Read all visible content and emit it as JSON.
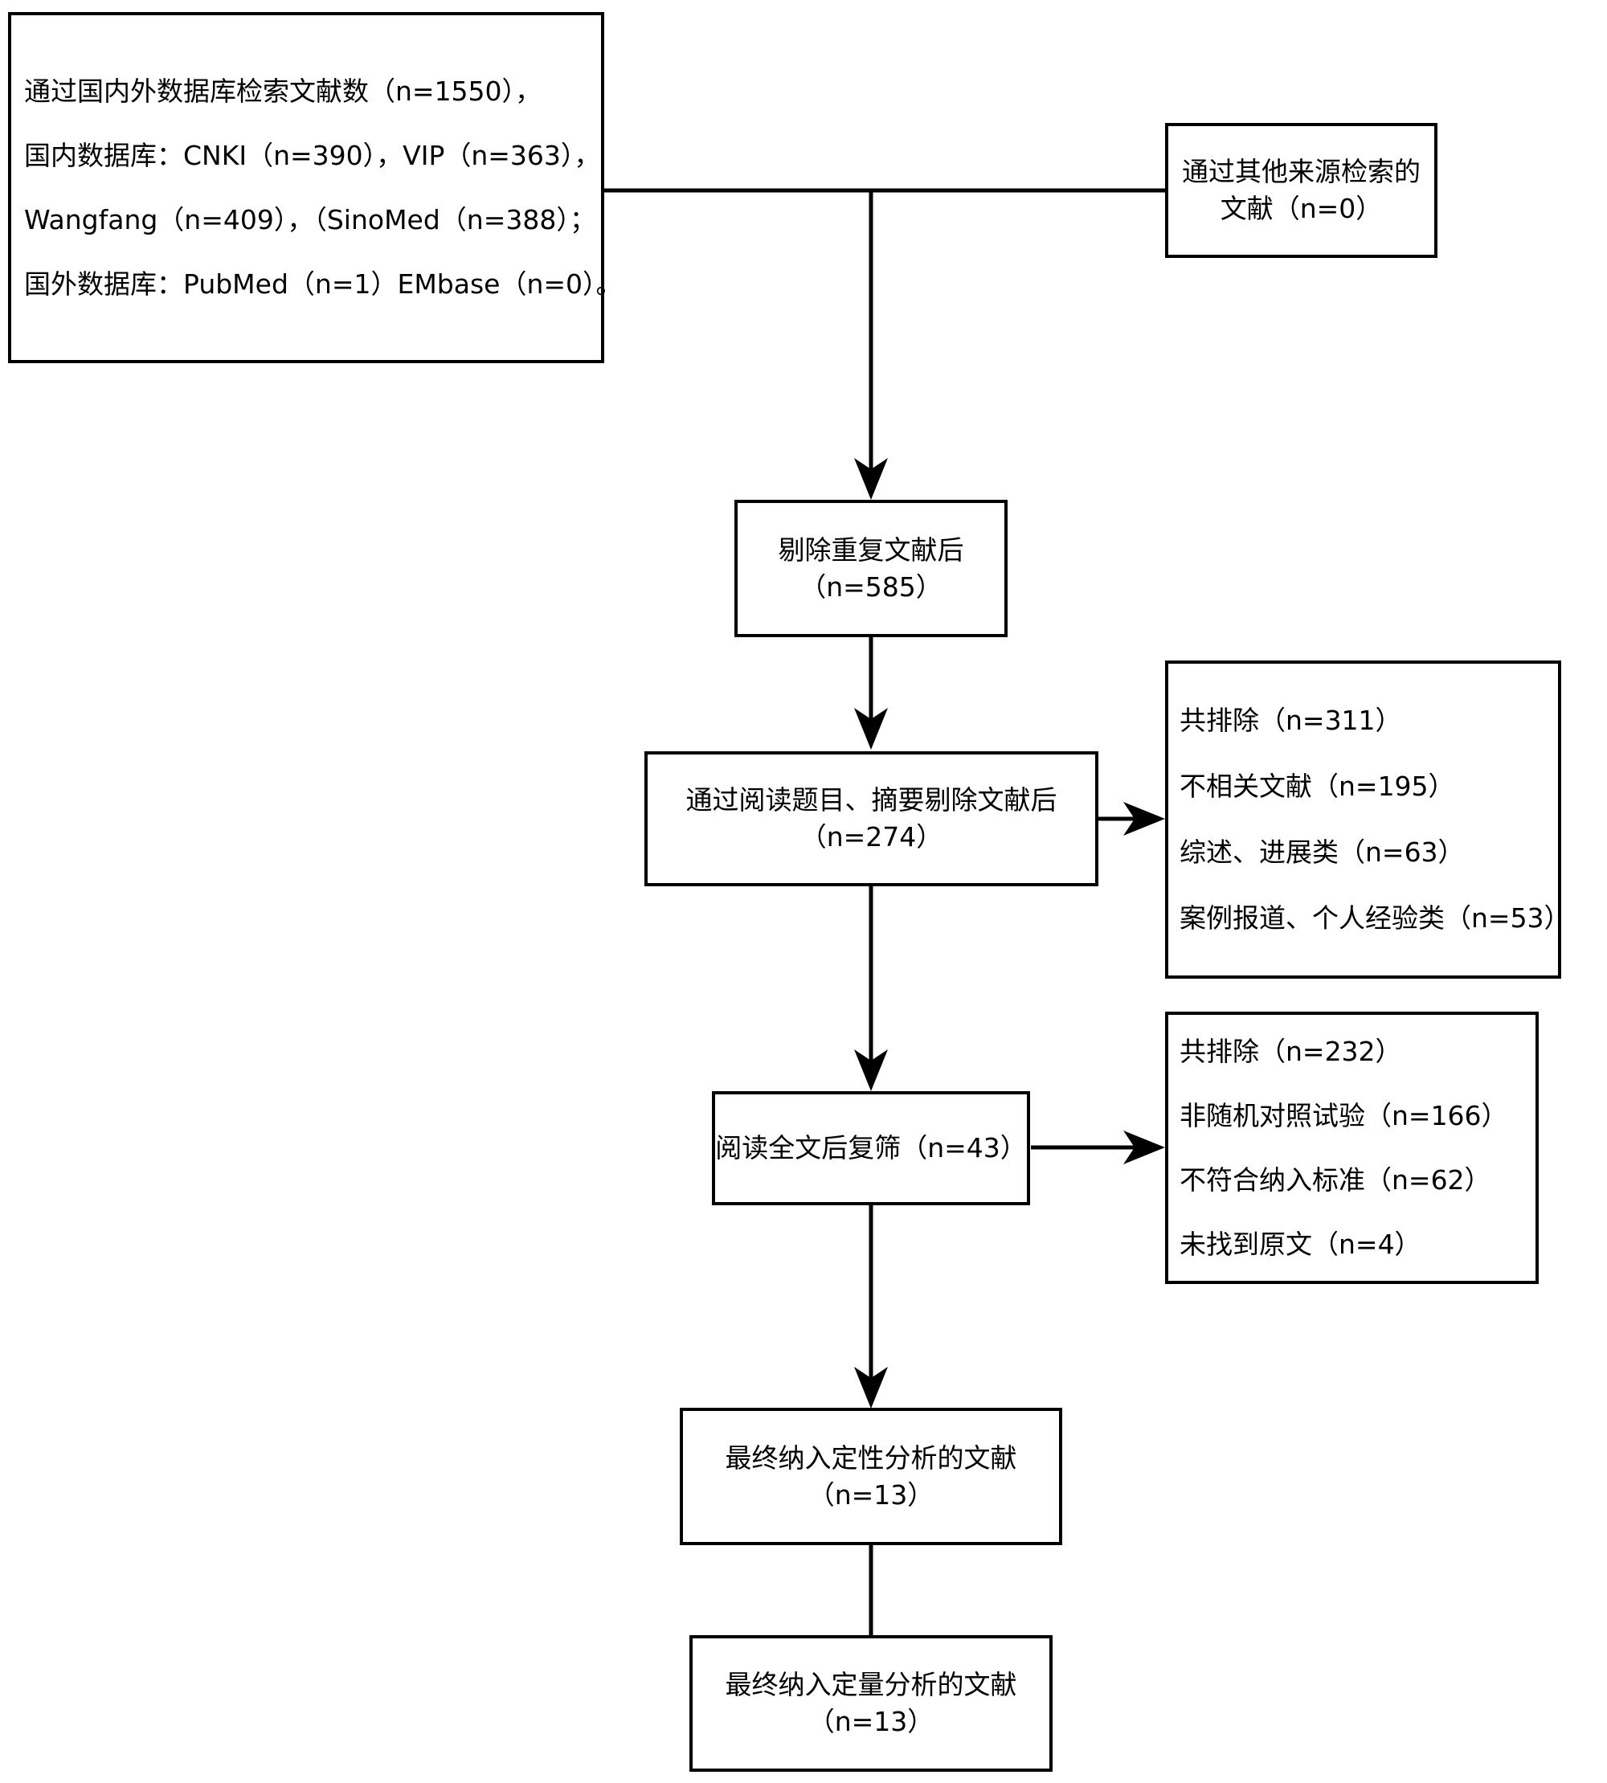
{
  "diagram": {
    "type": "flowchart",
    "colors": {
      "border": "#000000",
      "background": "#ffffff",
      "text": "#000000"
    },
    "boxes": {
      "identification": {
        "lines": [
          "通过国内外数据库检索文献数（n=1550），",
          "国内数据库：CNKI（n=390），VIP（n=363），",
          "Wangfang（n=409），（SinoMed（n=388）；",
          "国外数据库：PubMed（n=1）EMbase（n=0）。"
        ]
      },
      "other_sources": {
        "lines": [
          "通过其他来源检索的",
          "文献（n=0）"
        ]
      },
      "deduplicated": {
        "lines": [
          "剔除重复文献后",
          "（n=585）"
        ]
      },
      "title_abstract_screen": {
        "lines": [
          "通过阅读题目、摘要剔除文献后",
          "（n=274）"
        ]
      },
      "excluded_title_abstract": {
        "lines": [
          "共排除（n=311）",
          "不相关文献（n=195）",
          "综述、进展类（n=63）",
          "案例报道、个人经验类（n=53）"
        ]
      },
      "fulltext_screen": {
        "lines": [
          "阅读全文后复筛（n=43）"
        ]
      },
      "excluded_fulltext": {
        "lines": [
          "共排除（n=232）",
          "非随机对照试验（n=166）",
          "不符合纳入标准（n=62）",
          "未找到原文（n=4）"
        ]
      },
      "qualitative": {
        "lines": [
          "最终纳入定性分析的文献",
          "（n=13）"
        ]
      },
      "quantitative": {
        "lines": [
          "最终纳入定量分析的文献",
          "（n=13）"
        ]
      }
    }
  }
}
